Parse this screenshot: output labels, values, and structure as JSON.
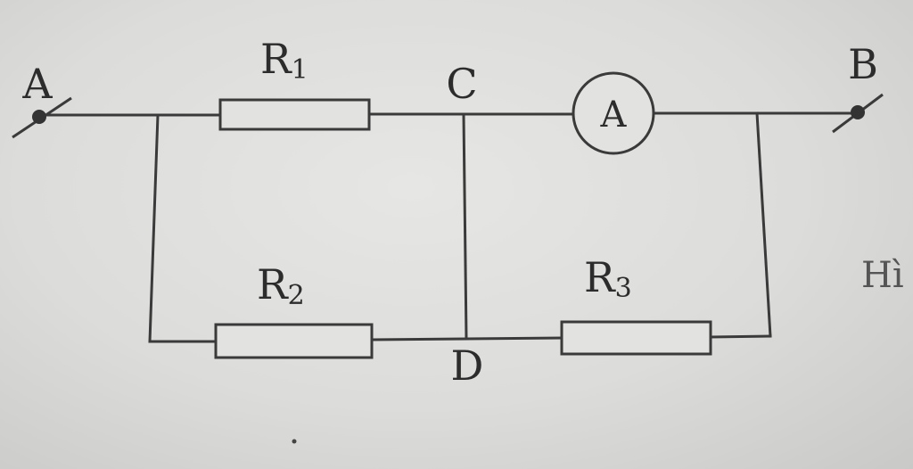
{
  "nodes": {
    "a": "A",
    "b": "B",
    "c": "C",
    "d": "D"
  },
  "resistors": {
    "r1": {
      "letter": "R",
      "sub": "1"
    },
    "r2": {
      "letter": "R",
      "sub": "2"
    },
    "r3": {
      "letter": "R",
      "sub": "3"
    }
  },
  "ammeter": {
    "label": "A"
  },
  "side_text": "Hì",
  "colors": {
    "ink": "#3a3a3a",
    "paper": "#dcdcda"
  },
  "icons": {
    "terminal": "terminal-icon",
    "ammeter": "ammeter-icon",
    "resistor": "resistor-icon"
  }
}
